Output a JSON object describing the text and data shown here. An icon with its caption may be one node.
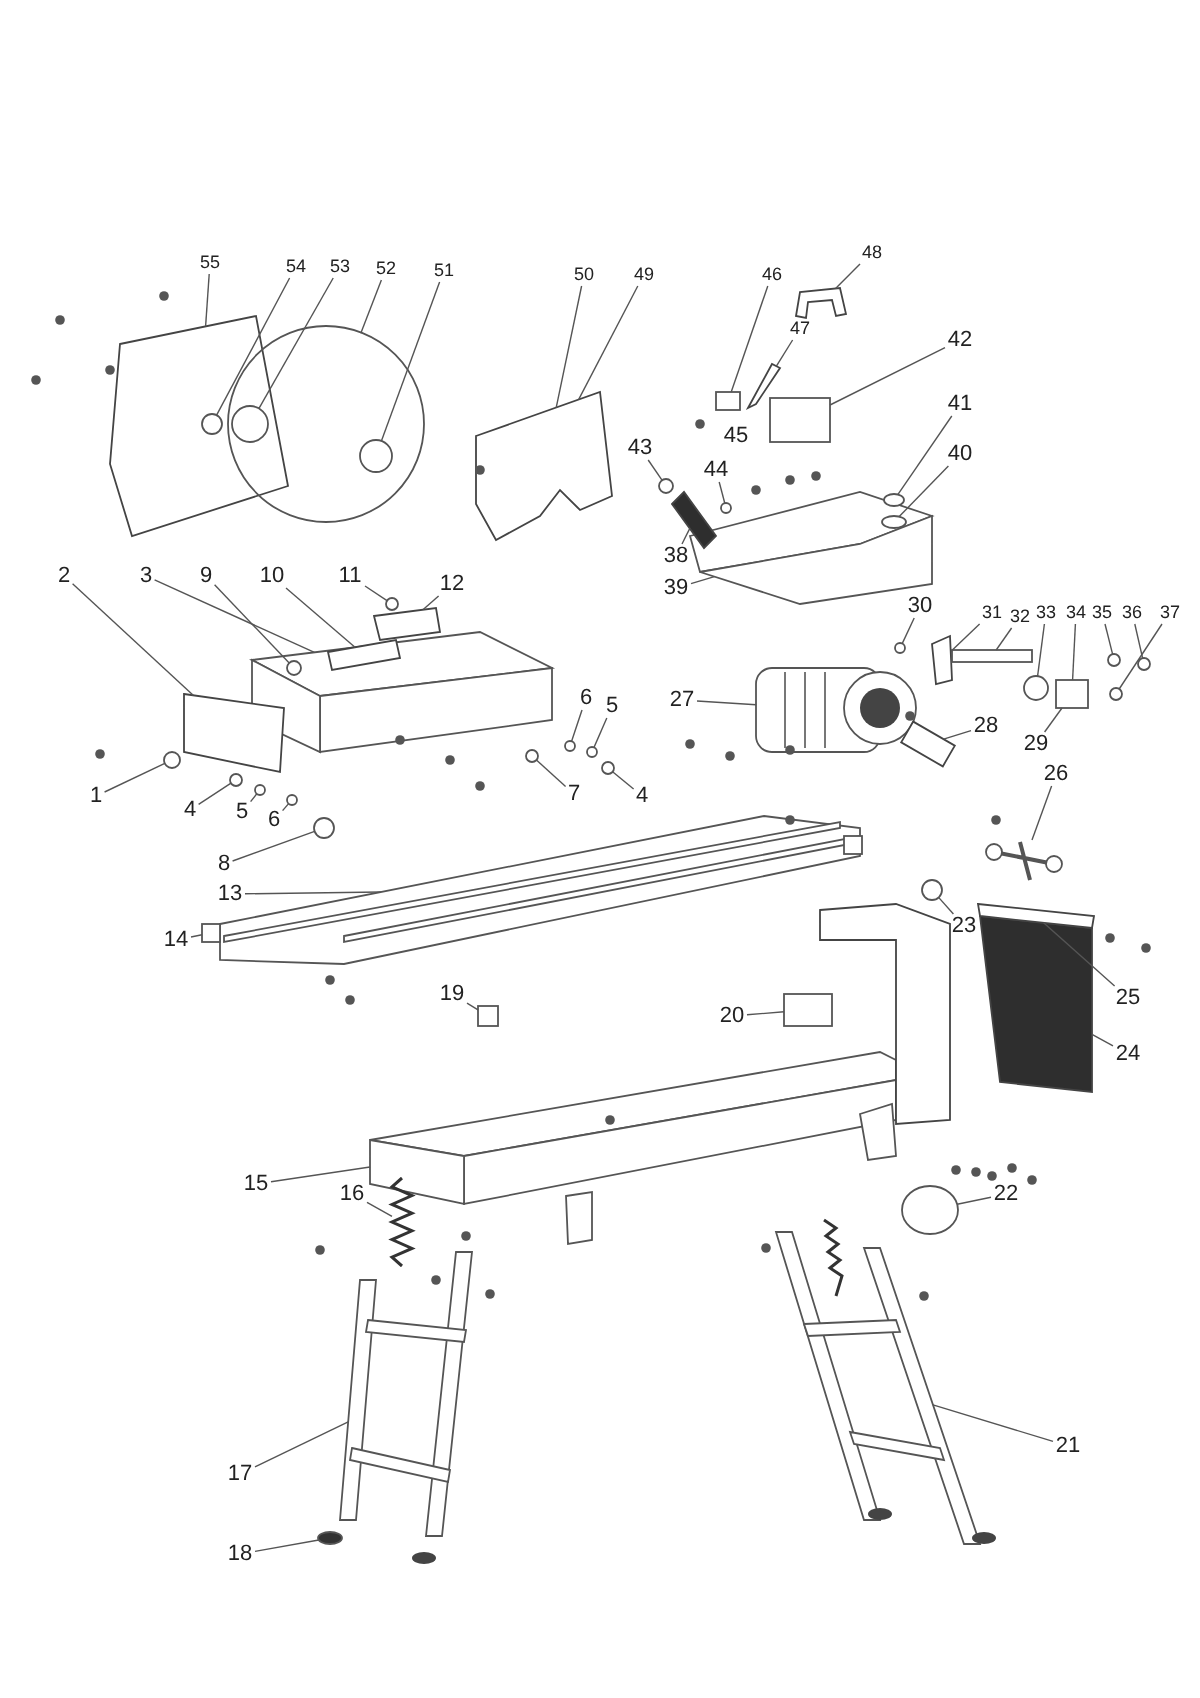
{
  "diagram": {
    "nodes": [
      {
        "text": [
          "55"
        ]
      },
      {
        "text": [
          "54"
        ]
      },
      {
        "text": [
          "53"
        ]
      },
      {
        "text": [
          "52"
        ]
      },
      {
        "text": [
          "51"
        ]
      },
      {
        "text": [
          "50"
        ]
      },
      {
        "text": [
          "49"
        ]
      },
      {
        "text": [
          "46"
        ]
      },
      {
        "text": [
          "48"
        ]
      },
      {
        "text": [
          "47"
        ]
      },
      {
        "text": [
          "42"
        ]
      },
      {
        "text": [
          "41"
        ]
      },
      {
        "text": [
          "40"
        ]
      },
      {
        "text": [
          "43"
        ]
      },
      {
        "text": [
          "44"
        ]
      },
      {
        "text": [
          "38"
        ]
      },
      {
        "text": [
          "39"
        ]
      },
      {
        "text": [
          "2"
        ]
      },
      {
        "text": [
          "3"
        ]
      },
      {
        "text": [
          "9"
        ]
      },
      {
        "text": [
          "10"
        ]
      },
      {
        "text": [
          "11"
        ]
      },
      {
        "text": [
          "12"
        ]
      },
      {
        "text": [
          "30"
        ]
      },
      {
        "text": [
          "31"
        ]
      },
      {
        "text": [
          "32"
        ]
      },
      {
        "text": [
          "33"
        ]
      },
      {
        "text": [
          "34"
        ]
      },
      {
        "text": [
          "35"
        ]
      },
      {
        "text": [
          "36"
        ]
      },
      {
        "text": [
          "37"
        ]
      },
      {
        "text": [
          "6"
        ]
      },
      {
        "text": [
          "5"
        ]
      },
      {
        "text": [
          "27"
        ]
      },
      {
        "text": [
          "28"
        ]
      },
      {
        "text": [
          "29"
        ]
      },
      {
        "text": [
          "1"
        ]
      },
      {
        "text": [
          "7"
        ]
      },
      {
        "text": [
          "4"
        ]
      },
      {
        "text": [
          "5"
        ]
      },
      {
        "text": [
          "6"
        ]
      },
      {
        "text": [
          "8"
        ]
      },
      {
        "text": [
          "4"
        ]
      },
      {
        "text": [
          "26"
        ]
      },
      {
        "text": [
          "13"
        ]
      },
      {
        "text": [
          "14"
        ]
      },
      {
        "text": [
          "23"
        ]
      },
      {
        "text": [
          "25"
        ]
      },
      {
        "text": [
          "24"
        ]
      },
      {
        "text": [
          "20"
        ]
      },
      {
        "text": [
          "19"
        ]
      },
      {
        "text": [
          "15"
        ]
      },
      {
        "text": [
          "16"
        ]
      },
      {
        "text": [
          "22"
        ]
      },
      {
        "text": [
          "17"
        ]
      },
      {
        "text": [
          "21"
        ]
      },
      {
        "text": [
          "18"
        ]
      },
      {
        "text": [],
        "shape": "box"
      },
      {
        "text": [],
        "shape": "bar"
      },
      {
        "text": [],
        "shape": "circle"
      },
      {
        "text": [],
        "shape": "circle"
      },
      {
        "text": [],
        "shape": "circle"
      },
      {
        "text": [],
        "shape": "bar"
      },
      {
        "text": [],
        "shape": "circle"
      },
      {
        "text": [],
        "shape": "box"
      },
      {
        "text": [],
        "shape": "circle"
      },
      {
        "text": [],
        "shape": "circle"
      },
      {
        "text": [],
        "shape": "circle"
      },
      {
        "text": [],
        "shape": "circle"
      },
      {
        "text": [],
        "shape": "circle"
      },
      {
        "text": [],
        "shape": "circle"
      },
      {
        "text": [],
        "shape": "circle"
      },
      {
        "text": [],
        "shape": "circle"
      },
      {
        "text": [],
        "shape": "circle"
      },
      {
        "text": [],
        "shape": "box"
      },
      {
        "text": [],
        "shape": "circle"
      },
      {
        "text": [],
        "shape": "box"
      },
      {
        "text": [],
        "shape": "spring"
      },
      {
        "text": [],
        "shape": "circle"
      },
      {
        "text": [],
        "shape": "circle"
      },
      {
        "text": [],
        "shape": "bar"
      },
      {
        "text": [],
        "shape": "box"
      },
      {
        "text": [],
        "shape": "circle"
      },
      {
        "text": [],
        "shape": "circle"
      },
      {
        "text": [],
        "shape": "bar"
      },
      {
        "text": [],
        "shape": "circle",
        "in": 84
      },
      {
        "text": [],
        "shape": "circle"
      },
      {
        "text": [],
        "shape": "circle"
      },
      {
        "text": [],
        "shape": "circle",
        "in": 87
      },
      {
        "text": [],
        "shape": "bar"
      },
      {
        "text": [],
        "shape": "bar"
      },
      {
        "text": [],
        "shape": "box"
      },
      {
        "text": [],
        "shape": "picture"
      },
      {
        "text": [],
        "shape": "circle"
      },
      {
        "text": [],
        "shape": "bar"
      },
      {
        "text": [],
        "shape": "picture"
      },
      {
        "text": [],
        "shape": "circle"
      },
      {
        "text": [],
        "shape": "bar"
      },
      {
        "text": [],
        "shape": "circle"
      },
      {
        "text": [],
        "shape": "bar"
      },
      {
        "text": [],
        "shape": "circle"
      },
      {
        "text": [],
        "shape": "picture"
      },
      {
        "text": [],
        "shape": "bar"
      },
      {
        "text": [],
        "shape": "picture"
      },
      {
        "text": [],
        "shape": "picture"
      },
      {
        "text": [],
        "shape": "box"
      },
      {
        "text": [],
        "shape": "bar"
      },
      {
        "text": [],
        "shape": "bar"
      },
      {
        "text": [],
        "shape": "picture"
      },
      {
        "text": [],
        "shape": "picture"
      },
      {
        "text": [],
        "shape": "picture"
      },
      {
        "text": [],
        "shape": "circle"
      },
      {
        "text": [],
        "shape": "bar"
      }
    ],
    "edges": [
      {
        "from": 0,
        "to": 84,
        "arrow": "none"
      },
      {
        "from": 1,
        "to": 85,
        "arrow": "none"
      },
      {
        "from": 2,
        "to": 86,
        "arrow": "none"
      },
      {
        "from": 3,
        "to": 87,
        "arrow": "none"
      },
      {
        "from": 4,
        "to": 88,
        "arrow": "none"
      },
      {
        "from": 5,
        "to": 89,
        "arrow": "none"
      },
      {
        "from": 6,
        "to": 89,
        "arrow": "none"
      },
      {
        "from": 7,
        "to": 57,
        "arrow": "none"
      },
      {
        "from": 8,
        "to": 90,
        "arrow": "none"
      },
      {
        "from": 9,
        "to": 58,
        "arrow": "none"
      },
      {
        "from": 10,
        "to": 91,
        "arrow": "none"
      },
      {
        "from": 11,
        "to": 59,
        "arrow": "none"
      },
      {
        "from": 12,
        "to": 60,
        "arrow": "none"
      },
      {
        "from": 13,
        "to": 61,
        "arrow": "none"
      },
      {
        "from": 14,
        "to": 93,
        "arrow": "none"
      },
      {
        "from": 15,
        "to": 62,
        "arrow": "none"
      },
      {
        "from": 16,
        "to": 92,
        "arrow": "none"
      },
      {
        "from": 17,
        "to": 94,
        "arrow": "none"
      },
      {
        "from": 18,
        "to": 95,
        "arrow": "none"
      },
      {
        "from": 19,
        "to": 96,
        "arrow": "none"
      },
      {
        "from": 20,
        "to": 97,
        "arrow": "none"
      },
      {
        "from": 21,
        "to": 98,
        "arrow": "none"
      },
      {
        "from": 22,
        "to": 99,
        "arrow": "none"
      },
      {
        "from": 23,
        "to": 100,
        "arrow": "none"
      },
      {
        "from": 24,
        "to": 80,
        "arrow": "none"
      },
      {
        "from": 25,
        "to": 81,
        "arrow": "none"
      },
      {
        "from": 26,
        "to": 63,
        "arrow": "none"
      },
      {
        "from": 27,
        "to": 64,
        "arrow": "none"
      },
      {
        "from": 28,
        "to": 82,
        "arrow": "none"
      },
      {
        "from": 29,
        "to": 83,
        "arrow": "none"
      },
      {
        "from": 30,
        "to": 111,
        "arrow": "none"
      },
      {
        "from": 31,
        "to": 71,
        "arrow": "none"
      },
      {
        "from": 32,
        "to": 72,
        "arrow": "none"
      },
      {
        "from": 33,
        "to": 101,
        "arrow": "none"
      },
      {
        "from": 34,
        "to": 102,
        "arrow": "none"
      },
      {
        "from": 35,
        "to": 64,
        "arrow": "none"
      },
      {
        "from": 36,
        "to": 65,
        "arrow": "none"
      },
      {
        "from": 37,
        "to": 66,
        "arrow": "none"
      },
      {
        "from": 38,
        "to": 67,
        "arrow": "none"
      },
      {
        "from": 39,
        "to": 68,
        "arrow": "none"
      },
      {
        "from": 40,
        "to": 69,
        "arrow": "none"
      },
      {
        "from": 41,
        "to": 70,
        "arrow": "none"
      },
      {
        "from": 42,
        "to": 73,
        "arrow": "none"
      },
      {
        "from": 43,
        "to": 103,
        "arrow": "none"
      },
      {
        "from": 44,
        "to": 104,
        "arrow": "none"
      },
      {
        "from": 45,
        "to": 74,
        "arrow": "none"
      },
      {
        "from": 46,
        "to": 75,
        "arrow": "none"
      },
      {
        "from": 47,
        "to": 107,
        "arrow": "none"
      },
      {
        "from": 48,
        "to": 106,
        "arrow": "none"
      },
      {
        "from": 49,
        "to": 105,
        "arrow": "none"
      },
      {
        "from": 50,
        "to": 76,
        "arrow": "none"
      },
      {
        "from": 51,
        "to": 108,
        "arrow": "none"
      },
      {
        "from": 52,
        "to": 77,
        "arrow": "none"
      },
      {
        "from": 53,
        "to": 78,
        "arrow": "none"
      },
      {
        "from": 54,
        "to": 109,
        "arrow": "none"
      },
      {
        "from": 55,
        "to": 110,
        "arrow": "none"
      },
      {
        "from": 56,
        "to": 79,
        "arrow": "none"
      }
    ],
    "labels": [
      "45"
    ]
  }
}
